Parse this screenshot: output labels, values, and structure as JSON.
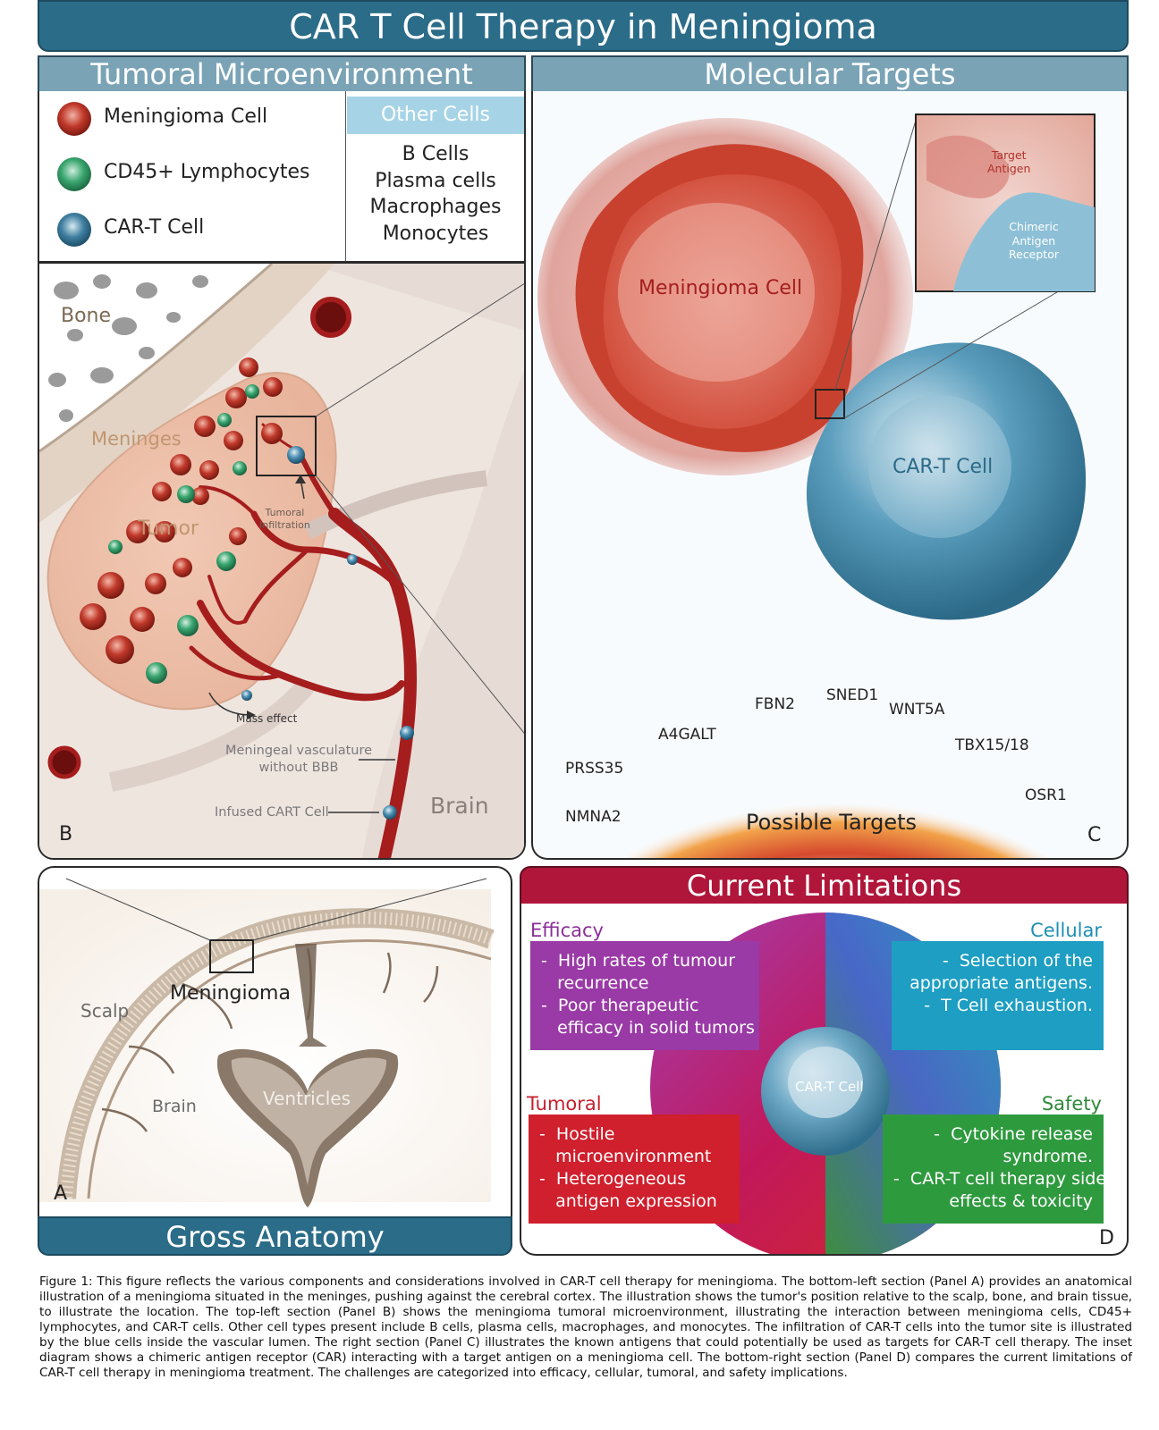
{
  "title": "CAR T Cell Therapy in Meningioma",
  "panel_b": {
    "header": "Tumoral Microenvironment",
    "legend": [
      {
        "label": "Meningioma Cell",
        "color": "#c0392b"
      },
      {
        "label": "CD45+ Lymphocytes",
        "color": "#3aa56f"
      },
      {
        "label": "CAR-T Cell",
        "color": "#3f7fa0"
      }
    ],
    "other_cells_header": "Other Cells",
    "other_cells": [
      "B Cells",
      "Plasma cells",
      "Macrophages",
      "Monocytes"
    ],
    "labels": {
      "bone": "Bone",
      "meninges": "Meninges",
      "tumor": "Tumor",
      "infiltration_1": "Tumoral",
      "infiltration_2": "Infiltration",
      "mass_effect": "Mass effect",
      "vasculature_1": "Meningeal vasculature",
      "vasculature_2": "without BBB",
      "infused": "Infused CART Cell",
      "brain": "Brain"
    },
    "letter": "B"
  },
  "panel_c": {
    "header": "Molecular Targets",
    "meningioma_cell": "Meningioma  Cell",
    "car_t_cell": "CAR-T Cell",
    "inset_target_1": "Target",
    "inset_target_2": "Antigen",
    "inset_receptor_1": "Chimeric",
    "inset_receptor_2": "Antigen",
    "inset_receptor_3": "Receptor",
    "possible_targets": "Possible Targets",
    "targets": [
      "NMNA2",
      "PRSS35",
      "A4GALT",
      "FBN2",
      "SNED1",
      "WNT5A",
      "TBX15/18",
      "OSR1"
    ],
    "letter": "C"
  },
  "panel_a": {
    "header": "Gross Anatomy",
    "labels": {
      "meningioma": "Meningioma",
      "scalp": "Scalp",
      "brain": "Brain",
      "ventricles": "Ventricles"
    },
    "letter": "A"
  },
  "panel_d": {
    "header": "Current Limitations",
    "center": "CAR-T Cell",
    "efficacy": {
      "title": "Efficacy",
      "items": [
        "-  High rates of tumour",
        "   recurrence",
        "-  Poor therapeutic",
        "   efficacy in solid tumors"
      ],
      "color": "#9a3aa6"
    },
    "cellular": {
      "title": "Cellular",
      "items": [
        "-  Selection of the",
        "appropriate antigens.",
        "-  T Cell exhaustion."
      ],
      "color": "#1d9ec2"
    },
    "tumoral": {
      "title": "Tumoral",
      "items": [
        "-  Hostile",
        "   microenvironment",
        "-  Heterogeneous",
        "   antigen expression"
      ],
      "color": "#d01f2d"
    },
    "safety": {
      "title": "Safety",
      "items": [
        "-  Cytokine release",
        "syndrome.",
        "-  CAR-T cell therapy side",
        "effects & toxicity"
      ],
      "color": "#2e9a3e"
    },
    "letter": "D"
  },
  "caption": "Figure 1: This figure reflects the various components and considerations involved in CAR-T cell therapy for meningioma. The bottom-left section (Panel A) provides an anatomical illustration of a meningioma situated in the meninges, pushing against the cerebral cortex. The illustration shows the tumor's position relative to the scalp, bone, and brain tissue, to illustrate the location. The top-left section (Panel B) shows the meningioma tumoral microenvironment, illustrating the interaction between meningioma cells, CD45+ lymphocytes, and CAR-T cells. Other cell types present include B cells, plasma cells, macrophages, and monocytes. The infiltration of CAR-T cells into the tumor site is illustrated by the blue cells inside the vascular lumen. The right section (Panel C) illustrates the known antigens that could potentially be used as targets for CAR-T cell therapy. The inset diagram shows a chimeric antigen receptor (CAR) interacting with a target antigen on a meningioma cell. The bottom-right section (Panel D) compares the current limitations of CAR-T cell therapy in meningioma treatment. The challenges are categorized into efficacy, cellular, tumoral, and safety implications."
}
